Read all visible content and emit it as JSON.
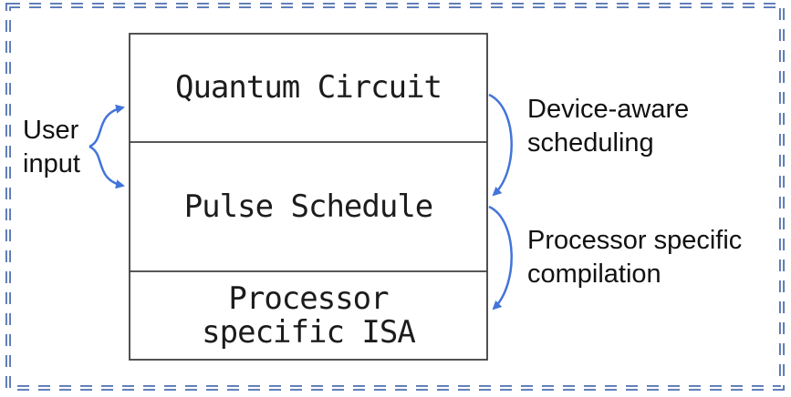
{
  "stack": {
    "layers": [
      {
        "label": "Quantum Circuit"
      },
      {
        "label": "Pulse Schedule"
      },
      {
        "label": "Processor\nspecific ISA"
      }
    ]
  },
  "annotations": {
    "user_input": {
      "label": "User\ninput"
    },
    "device_aware": {
      "label": "Device-aware\nscheduling"
    },
    "processor_compilation": {
      "label": "Processor specific\ncompilation"
    }
  },
  "colors": {
    "arrow_blue": "#4374d9",
    "border_blue": "#5878b4",
    "box_stroke": "#3f3f3f",
    "text": "#1c1c1c",
    "background": "#ffffff"
  }
}
